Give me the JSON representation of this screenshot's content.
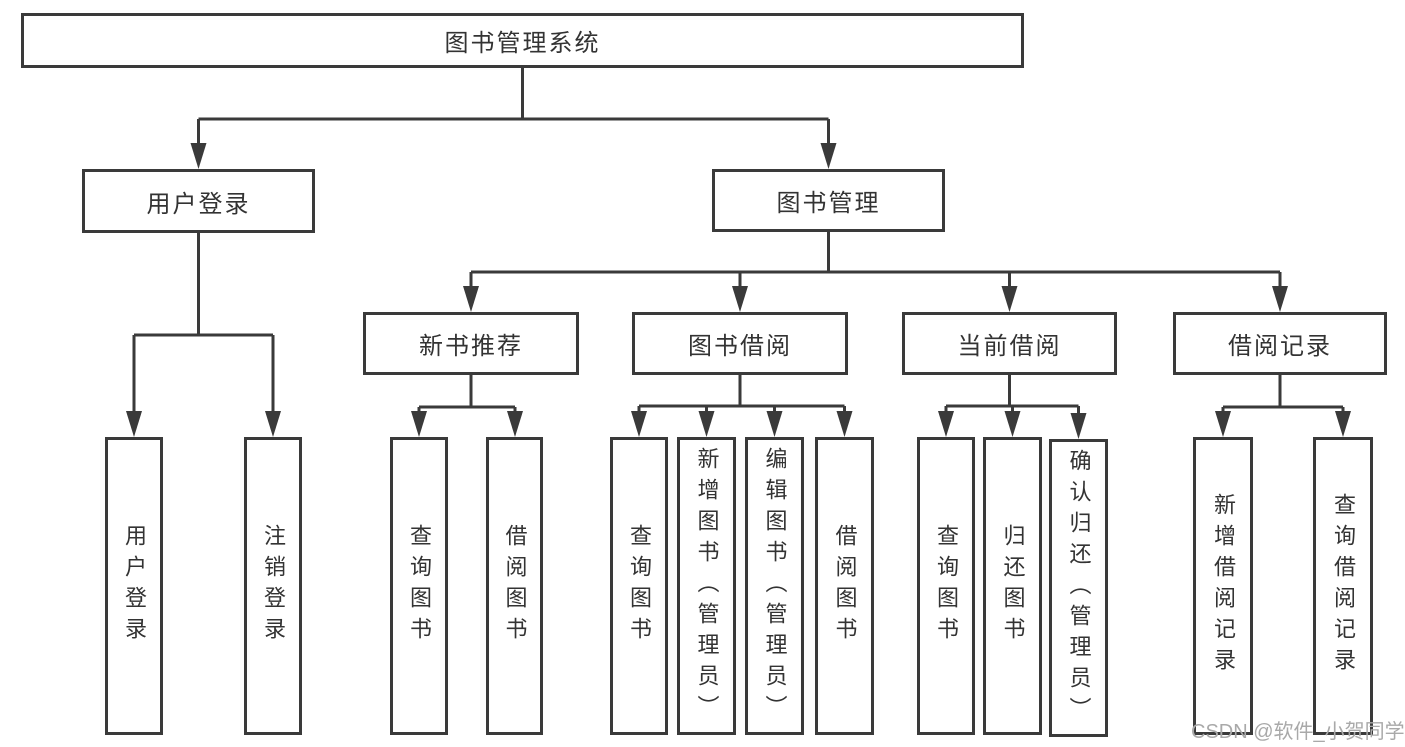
{
  "tree": {
    "root": {
      "label": "图书管理系统"
    },
    "branches": [
      {
        "label": "用户登录",
        "children": [
          {
            "label": "用户登录"
          },
          {
            "label": "注销登录"
          }
        ]
      },
      {
        "label": "图书管理",
        "children": [
          {
            "label": "新书推荐",
            "children": [
              {
                "label": "查询图书"
              },
              {
                "label": "借阅图书"
              }
            ]
          },
          {
            "label": "图书借阅",
            "children": [
              {
                "label": "查询图书"
              },
              {
                "label": "新增图书（管理员）"
              },
              {
                "label": "编辑图书（管理员）"
              },
              {
                "label": "借阅图书"
              }
            ]
          },
          {
            "label": "当前借阅",
            "children": [
              {
                "label": "查询图书"
              },
              {
                "label": "归还图书"
              },
              {
                "label": "确认归还（管理员）"
              }
            ]
          },
          {
            "label": "借阅记录",
            "children": [
              {
                "label": "新增借阅记录"
              },
              {
                "label": "查询借阅记录"
              }
            ]
          }
        ]
      }
    ]
  },
  "watermark": {
    "text": "CSDN @软件_小贺同学"
  },
  "colors": {
    "line": "#3a3a3a",
    "text": "#333333",
    "watermark": "#a9a9a9",
    "background": "#ffffff"
  }
}
